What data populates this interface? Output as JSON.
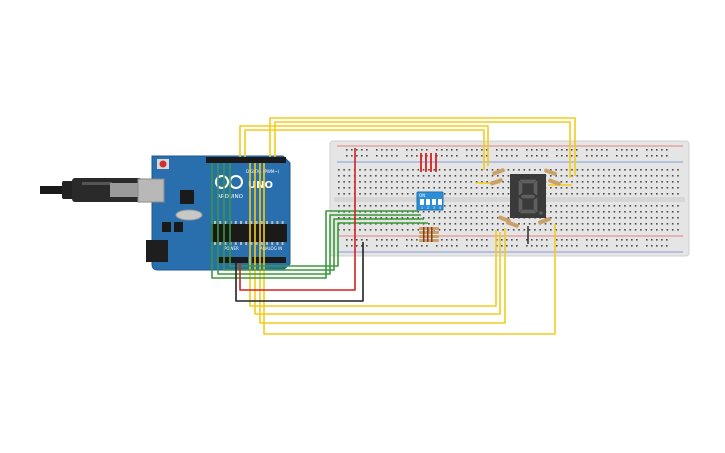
{
  "arduino": {
    "brand": "ARDUINO",
    "model": "UNO",
    "header_digital": "DIGITAL (PWM~)",
    "header_power": "POWER",
    "header_analog": "ANALOG IN"
  },
  "dip_switch": {
    "on_label": "ON",
    "positions": [
      "1",
      "2",
      "3",
      "4"
    ]
  },
  "seven_segment": {
    "displayed_digit": "8"
  },
  "colors": {
    "board": "#2a6fad",
    "breadboard": "#e6e6e6",
    "wire_yellow": "#f2cc1c",
    "wire_green": "#3a9a3a",
    "wire_red": "#d42020",
    "wire_black": "#222222",
    "display_off": "#3a3a3a",
    "dip_body": "#2c8fd6"
  }
}
